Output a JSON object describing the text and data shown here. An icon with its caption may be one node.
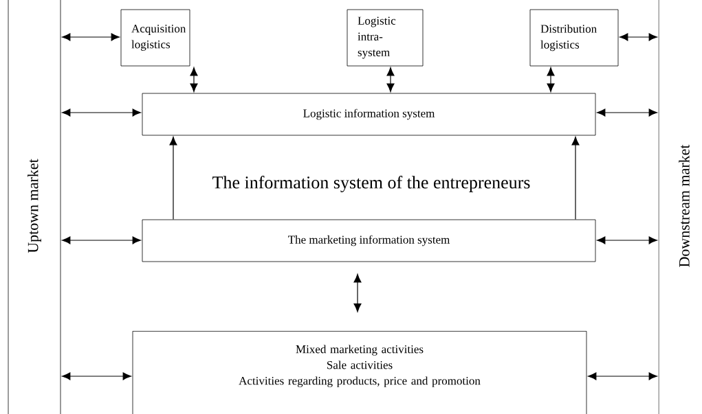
{
  "diagram": {
    "nodes": [
      {
        "text": [
          "Uptown market"
        ]
      },
      {
        "text": [
          "Acquisition logistics"
        ]
      },
      {
        "text": [
          "Logistic intra-system"
        ]
      },
      {
        "text": [
          "Distribution logistics"
        ]
      },
      {
        "text": [
          "Downstream market"
        ]
      },
      {
        "text": [
          "Logistic information system"
        ]
      },
      {
        "text": [
          "The marketing information system"
        ]
      },
      {
        "text": [
          "Mixed marketing activities",
          "Sale activities",
          "Activities regarding products, price and promotion"
        ]
      }
    ],
    "edges": [
      {
        "from": 0,
        "to": 1,
        "arrow": "both"
      },
      {
        "from": 3,
        "to": 4,
        "arrow": "both"
      },
      {
        "from": 1,
        "to": 5,
        "arrow": "both"
      },
      {
        "from": 2,
        "to": 5,
        "arrow": "both"
      },
      {
        "from": 3,
        "to": 5,
        "arrow": "both"
      },
      {
        "from": 0,
        "to": 5,
        "arrow": "both"
      },
      {
        "from": 5,
        "to": 4,
        "arrow": "both"
      },
      {
        "from": 6,
        "to": 5,
        "arrow": "to"
      },
      {
        "from": 6,
        "to": 5,
        "arrow": "to"
      },
      {
        "from": 0,
        "to": 6,
        "arrow": "both"
      },
      {
        "from": 6,
        "to": 4,
        "arrow": "both"
      },
      {
        "from": 6,
        "to": 7,
        "arrow": "both"
      },
      {
        "from": 0,
        "to": 7,
        "arrow": "both"
      },
      {
        "from": 7,
        "to": 4,
        "arrow": "both"
      }
    ],
    "labels": [
      "The information system of the entrepreneurs"
    ]
  }
}
